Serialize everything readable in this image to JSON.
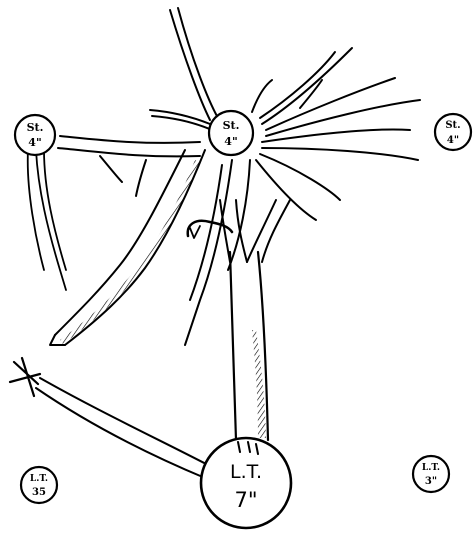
{
  "nodes": {
    "st_left": {
      "name": "St.",
      "size": "4\""
    },
    "st_center": {
      "name": "St.",
      "size": "4\""
    },
    "st_right": {
      "name": "St.",
      "size": "4\""
    },
    "lt_left": {
      "name": "L.T.",
      "size": "35"
    },
    "lt_main": {
      "name": "L.T.",
      "size": "7\""
    },
    "lt_right": {
      "name": "L.T.",
      "size": "3\""
    }
  }
}
